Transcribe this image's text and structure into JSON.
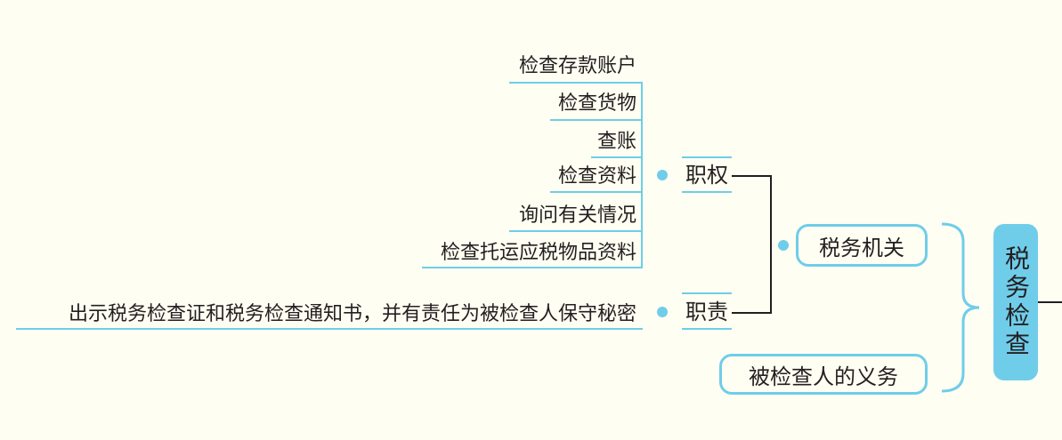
{
  "root": {
    "label": "税务检查"
  },
  "branch_authority": {
    "label": "税务机关",
    "powers": {
      "label": "职权",
      "items": [
        "检查存款账户",
        "检查货物",
        "查账",
        "检查资料",
        "询问有关情况",
        "检查托运应税物品资料"
      ]
    },
    "duties": {
      "label": "职责",
      "items": [
        "出示税务检查证和税务检查通知书，并有责任为被检查人保守秘密"
      ]
    }
  },
  "branch_inspected": {
    "label": "被检查人的义务"
  },
  "colors": {
    "accent": "#6fcdea",
    "background": "#fefef2",
    "text": "#231f20",
    "connector": "#231f20"
  }
}
